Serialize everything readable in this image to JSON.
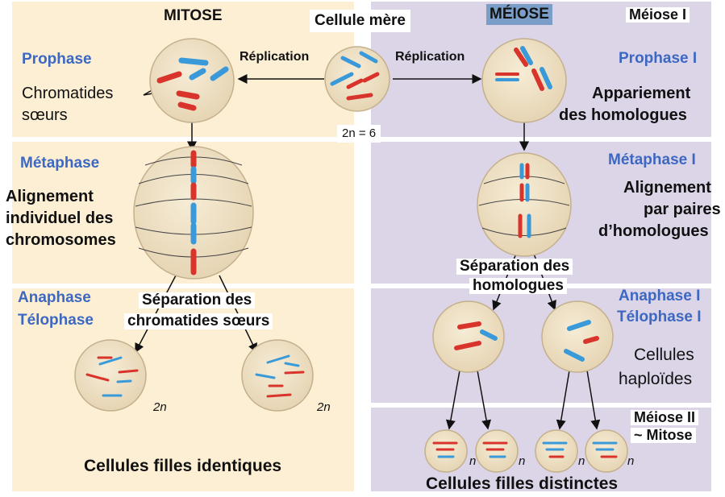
{
  "colors": {
    "mitosis_bg": "#fcefd4",
    "meiosis_bg": "#dcd5e8",
    "phase_label": "#3d68c2",
    "meiose_header_bg": "#7b9ec8",
    "chromosome_red": "#d9342b",
    "chromosome_blue": "#3a9ad9",
    "cell_fill": "#efe2c6"
  },
  "headers": {
    "mitose": "MITOSE",
    "meiose": "MÉIOSE",
    "cellule_mere": "Cellule mère",
    "meiose_1": "Méiose I",
    "ploidy_parent": "2n = 6"
  },
  "mitosis": {
    "prophase": "Prophase",
    "chromatides_1": "Chromatides",
    "chromatides_2": "sœurs",
    "replication": "Réplication",
    "metaphase": "Métaphase",
    "align_1": "Alignement",
    "align_2": "individuel des",
    "align_3": "chromosomes",
    "anaphase": "Anaphase",
    "telophase": "Télophase",
    "sep_1": "Séparation des",
    "sep_2": "chromatides sœurs",
    "ploidy_daughter": "2n",
    "result": "Cellules filles identiques"
  },
  "meiosis": {
    "replication": "Réplication",
    "prophase": "Prophase I",
    "appar_1": "Appariement",
    "appar_2": "des homologues",
    "metaphase": "Métaphase I",
    "align_1": "Alignement",
    "align_2": "par paires",
    "align_3": "d’homologues",
    "sep_1": "Séparation des",
    "sep_2": "homologues",
    "anaphase": "Anaphase I",
    "telophase": "Télophase I",
    "haplo_1": "Cellules",
    "haplo_2": "haploïdes",
    "meiose_2a": "Méiose II",
    "meiose_2b": "~ Mitose",
    "ploidy_daughter": "n",
    "result": "Cellules filles distinctes"
  }
}
